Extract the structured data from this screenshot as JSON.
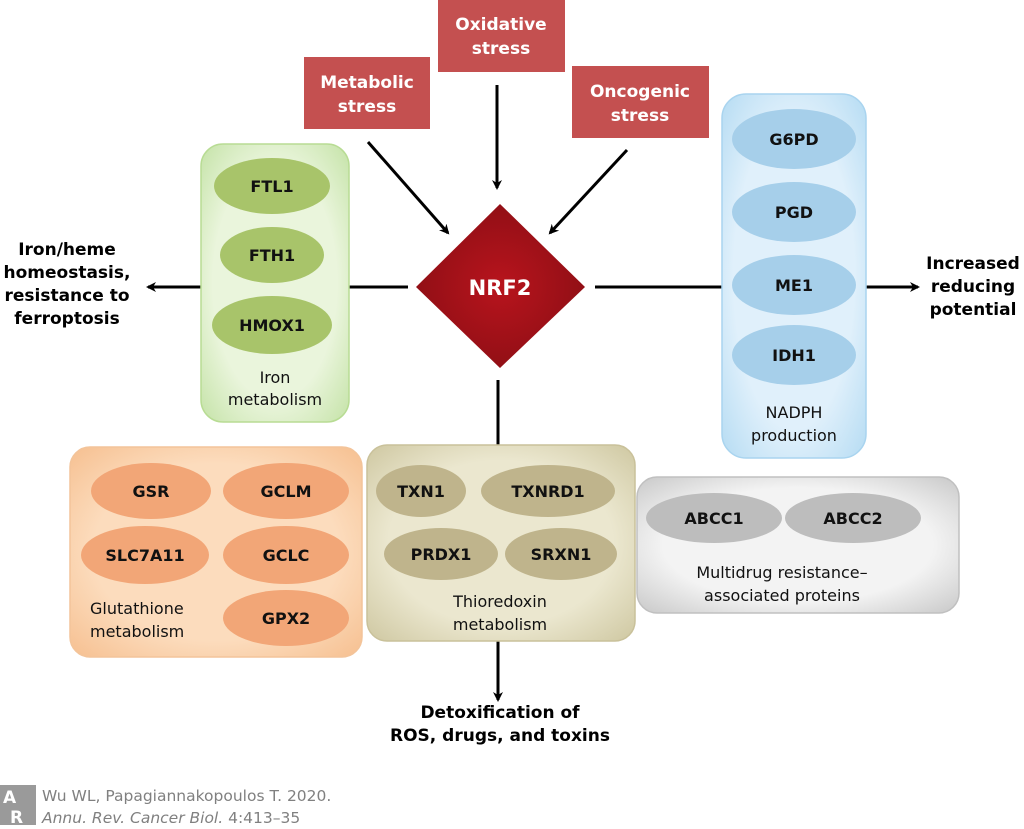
{
  "colors": {
    "stress_box": "#c45050",
    "nrf2": "#a8121a",
    "iron_box": "#e8f4d8",
    "iron_gene": "#a8c46a",
    "nadph_box": "#dceefa",
    "nadph_gene": "#a6cfea",
    "glutathione_box": "#fbd9b8",
    "glutathione_gene": "#f2a677",
    "thioredoxin_box": "#e9e5cc",
    "thioredoxin_gene": "#bfb48c",
    "multidrug_box": "#f0f0f0",
    "multidrug_gene": "#bdbdbd",
    "arrow": "#000000",
    "citation": "#808080"
  },
  "stresses": [
    {
      "line1": "Metabolic",
      "line2": "stress"
    },
    {
      "line1": "Oxidative",
      "line2": "stress"
    },
    {
      "line1": "Oncogenic",
      "line2": "stress"
    }
  ],
  "center": {
    "label": "NRF2"
  },
  "iron_metabolism": {
    "genes": [
      "FTL1",
      "FTH1",
      "HMOX1"
    ],
    "caption_line1": "Iron",
    "caption_line2": "metabolism"
  },
  "nadph_production": {
    "genes": [
      "G6PD",
      "PGD",
      "ME1",
      "IDH1"
    ],
    "caption_line1": "NADPH",
    "caption_line2": "production"
  },
  "glutathione_metabolism": {
    "genes": [
      "GSR",
      "GCLM",
      "SLC7A11",
      "GCLC",
      "GPX2"
    ],
    "caption_line1": "Glutathione",
    "caption_line2": "metabolism"
  },
  "thioredoxin_metabolism": {
    "genes": [
      "TXN1",
      "TXNRD1",
      "PRDX1",
      "SRXN1"
    ],
    "caption_line1": "Thioredoxin",
    "caption_line2": "metabolism"
  },
  "multidrug": {
    "genes": [
      "ABCC1",
      "ABCC2"
    ],
    "caption_line1": "Multidrug resistance–",
    "caption_line2": "associated proteins"
  },
  "outcomes": {
    "left": [
      "Iron/heme",
      "homeostasis,",
      "resistance to",
      "ferroptosis"
    ],
    "right": [
      "Increased",
      "reducing",
      "potential"
    ],
    "bottom": [
      "Detoxification of",
      "ROS, drugs, and toxins"
    ]
  },
  "citation": {
    "logo": "AR",
    "line1": "Wu WL, Papagiannakopoulos T. 2020.",
    "line2_italic": "Annu. Rev. Cancer Biol.",
    "line2_rest": " 4:413–35"
  }
}
